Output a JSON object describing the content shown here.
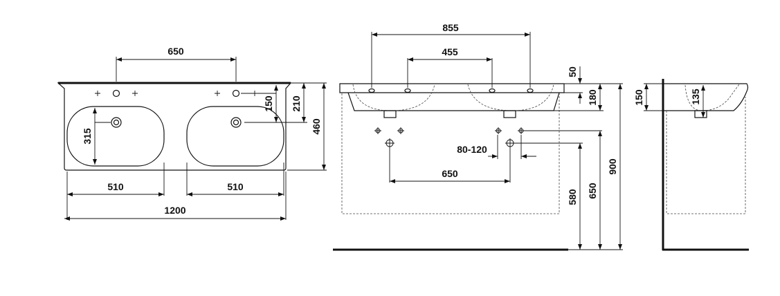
{
  "colors": {
    "line": "#111111",
    "background": "#ffffff"
  },
  "top_view": {
    "dims": {
      "tap_spacing": "650",
      "basin_depth": "315",
      "basin_left_width": "510",
      "basin_right_width": "510",
      "overall_width": "1200",
      "tap_offset": "150",
      "rim_to_tap": "210",
      "overall_depth": "460"
    }
  },
  "front_view": {
    "dims": {
      "outer_waste_spacing": "855",
      "inner_waste_spacing": "455",
      "rim_thickness": "50",
      "body_height": "180",
      "trap_offset": "80-120",
      "trap_spacing": "650",
      "floor_to_trap": "580",
      "floor_to_outlet": "650",
      "floor_to_rim": "900"
    }
  },
  "side_view": {
    "dims": {
      "rim_height": "150",
      "bowl_depth": "135"
    }
  }
}
